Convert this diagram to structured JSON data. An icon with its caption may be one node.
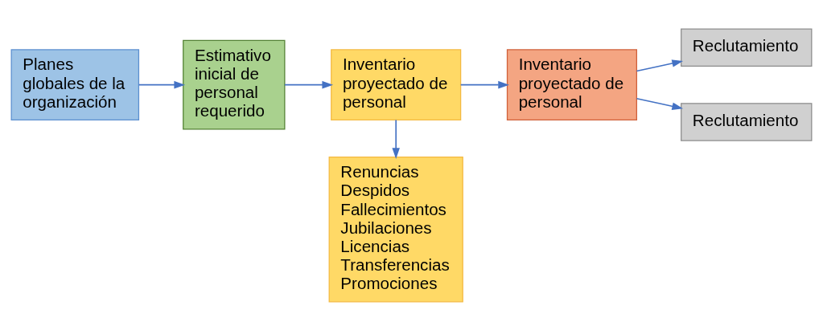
{
  "diagram": {
    "nodes": [
      {
        "text": [
          "Planes globales de la organización"
        ]
      },
      {
        "text": [
          "Estimativo inicial de personal requerido"
        ]
      },
      {
        "text": [
          "Inventario proyectado de personal"
        ]
      },
      {
        "text": [
          "Inventario proyectado de personal"
        ]
      },
      {
        "text": [
          "Reclutamiento"
        ]
      },
      {
        "text": [
          "Reclutamiento"
        ]
      },
      {
        "text": [
          "Renuncias",
          "Despidos",
          "Fallecimientos",
          "Jubilaciones",
          "Licencias",
          "Transferencias",
          "Promociones"
        ]
      }
    ],
    "edges": [
      {
        "from": 0,
        "to": 1,
        "arrow": "to"
      },
      {
        "from": 1,
        "to": 2,
        "arrow": "to"
      },
      {
        "from": 2,
        "to": 3,
        "arrow": "to"
      },
      {
        "from": 3,
        "to": 4,
        "arrow": "to"
      },
      {
        "from": 3,
        "to": 5,
        "arrow": "to"
      },
      {
        "from": 2,
        "to": 6,
        "arrow": "to"
      }
    ]
  }
}
